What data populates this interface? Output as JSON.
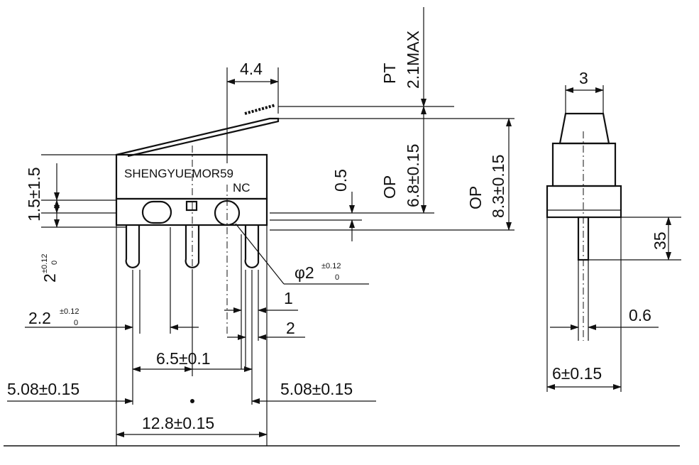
{
  "switch_markings": {
    "brand": "SHENGYUEMOR59",
    "contact": "NC"
  },
  "dimensions": {
    "lever_width": "4.4",
    "pt_label": "PT",
    "pt_value": "2.1MAX",
    "op1_label": "OP",
    "op1_value": "6.8±0.15",
    "op2_label": "OP",
    "op2_value": "8.3±0.15",
    "top_vert": "1.5±1.5",
    "small_vert": "0.5",
    "pin_len_main": "2",
    "pin_len_tol_plus": "±0.12",
    "pin_len_tol_zero": "0",
    "hole_dia_main": "φ2",
    "hole_tol_plus": "±0.12",
    "hole_tol_zero": "0",
    "pin_gap_1": "1",
    "pin_gap_2": "2",
    "pin_offset_main": "2.2",
    "pin_offset_tol_plus": "±0.12",
    "pin_offset_tol_zero": "0",
    "pin_pitch": "6.5±0.1",
    "left_spacing": "5.08±0.15",
    "right_spacing": "5.08±0.15",
    "body_length": "12.8±0.15",
    "side_top": "3",
    "side_pin_height": "35",
    "side_pin_thickness": "0.6",
    "side_width": "6±0.15"
  }
}
